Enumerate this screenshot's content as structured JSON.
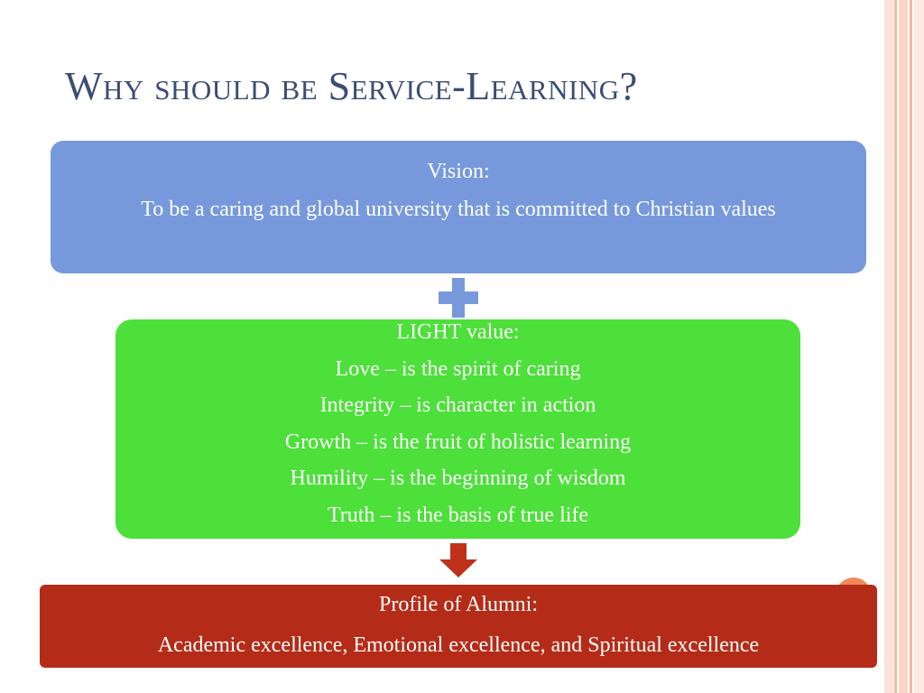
{
  "slide": {
    "title": "Why should be Service-Learning?"
  },
  "vision": {
    "heading": "Vision:",
    "text": "To be a caring and global university that is committed to Christian values"
  },
  "light": {
    "heading": "LIGHT value:",
    "items": [
      "Love – is the spirit of caring",
      "Integrity – is character in action",
      "Growth – is the fruit of holistic learning",
      "Humility – is the beginning of wisdom",
      "Truth – is the basis of true life"
    ]
  },
  "alumni": {
    "heading": "Profile of Alumni:",
    "text": "Academic excellence, Emotional excellence, and Spiritual excellence"
  },
  "colors": {
    "title": "#3a4d73",
    "vision_box": "#7799dc",
    "light_box": "#4ddf3a",
    "alumni_box": "#b42c18",
    "plus_connector": "#7799dc",
    "arrow_connector": "#c0311b"
  },
  "icons": {
    "plus_connector": "plus-icon",
    "arrow_connector": "arrow-down-icon"
  }
}
